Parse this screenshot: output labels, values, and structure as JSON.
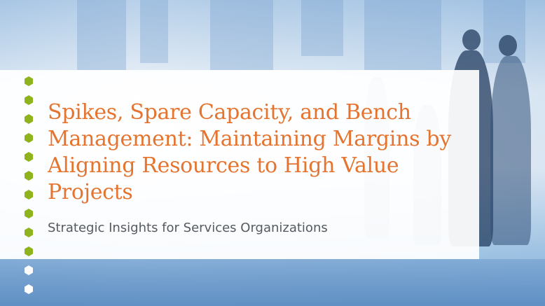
{
  "hero": {
    "title": "Spikes, Spare Capacity, and Bench Management: Maintaining Margins by Aligning Resources to High Value Projects",
    "subtitle": "Strategic Insights for Services Organizations"
  },
  "colors": {
    "title": "#e4742f",
    "subtitle": "#555a60",
    "hex_green": "#8fb31c",
    "hex_white": "#ffffff",
    "background_blue": "#b9d0e8"
  },
  "decoration": {
    "hexagon_count_green": 10,
    "hexagon_count_white": 2
  }
}
